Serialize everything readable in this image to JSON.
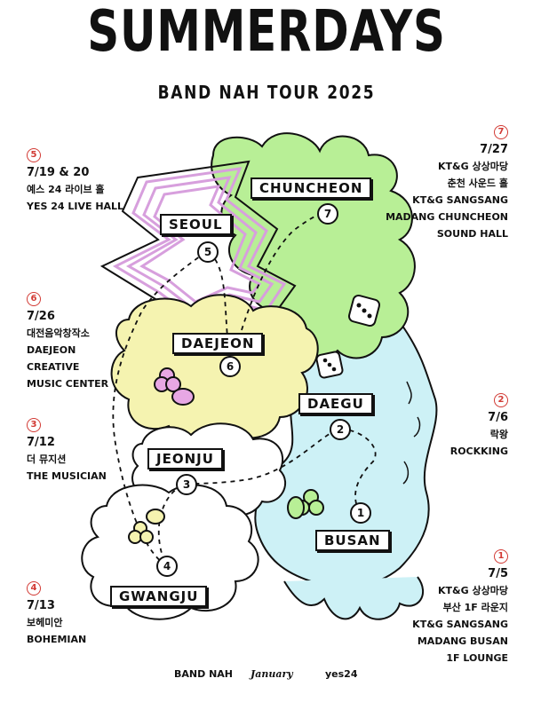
{
  "poster": {
    "title": "SUMMERDAYS",
    "subtitle": "BAND NAH TOUR 2025"
  },
  "colors": {
    "seoul_stripe": "#d79fdd",
    "north_green": "#b8ef96",
    "daejeon_yellow": "#f5f3b0",
    "sea_blue": "#cdf1f6",
    "stop_red": "#d23a34"
  },
  "cities": {
    "chuncheon": "CHUNCHEON",
    "seoul": "SEOUL",
    "daejeon": "DAEJEON",
    "daegu": "DAEGU",
    "jeonju": "JEONJU",
    "busan": "BUSAN",
    "gwangju": "GWANGJU"
  },
  "route_stops": [
    "1",
    "2",
    "3",
    "4",
    "5",
    "6",
    "7"
  ],
  "venues": {
    "seoul": {
      "num": "5",
      "date": "7/19 & 20",
      "lines": [
        "예스 24 라이브 홀",
        "YES 24 LIVE HALL"
      ]
    },
    "daejeon": {
      "num": "6",
      "date": "7/26",
      "lines": [
        "대전음악창작소",
        "DAEJEON",
        "CREATIVE",
        "MUSIC CENTER"
      ]
    },
    "jeonju": {
      "num": "3",
      "date": "7/12",
      "lines": [
        "더 뮤지션",
        "THE MUSICIAN"
      ]
    },
    "gwangju": {
      "num": "4",
      "date": "7/13",
      "lines": [
        "보헤미안",
        "BOHEMIAN"
      ]
    },
    "chuncheon": {
      "num": "7",
      "date": "7/27",
      "lines": [
        "KT&G 상상마당",
        "춘천 사운드 홀",
        "KT&G SANGSANG",
        "MADANG CHUNCHEON",
        "SOUND HALL"
      ]
    },
    "daegu": {
      "num": "2",
      "date": "7/6",
      "lines": [
        "락왕",
        "ROCKKING"
      ]
    },
    "busan": {
      "num": "1",
      "date": "7/5",
      "lines": [
        "KT&G 상상마당",
        "부산 1F 라운지",
        "KT&G SANGSANG",
        "MADANG BUSAN",
        "1F LOUNGE"
      ]
    }
  },
  "sponsors": [
    "BAND NAH",
    "January",
    "yes24"
  ]
}
